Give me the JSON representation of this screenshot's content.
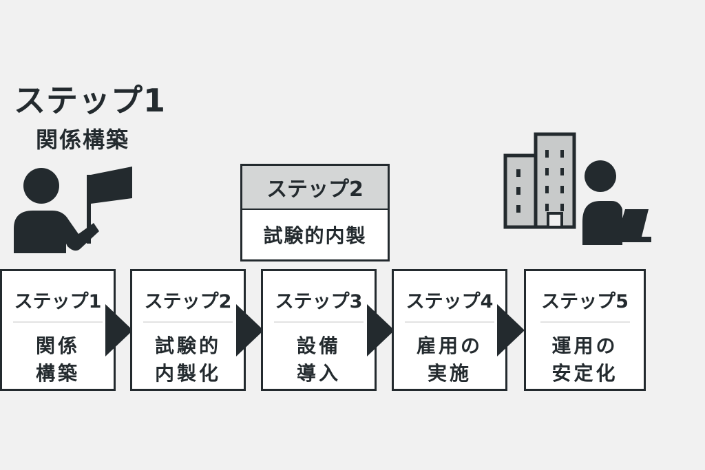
{
  "header": {
    "title": "ステップ1",
    "subtitle": "関係構築"
  },
  "callout": {
    "title": "ステップ2",
    "body": "試験的内製"
  },
  "steps": [
    {
      "label": "ステップ1",
      "name": "関係\n構築"
    },
    {
      "label": "ステップ2",
      "name": "試験的\n内製化"
    },
    {
      "label": "ステップ3",
      "name": "設備\n導入"
    },
    {
      "label": "ステップ4",
      "name": "雇用の\n実施"
    },
    {
      "label": "ステップ5",
      "name": "運用の\n安定化"
    }
  ],
  "icons": {
    "left": "person-with-flag-icon",
    "right": "office-building-icon",
    "right_person": "person-at-laptop-icon"
  },
  "colors": {
    "ink": "#232a2e",
    "background": "#f1f1f1",
    "callout_header": "#d4d6d6",
    "building_fill": "#c8caca"
  }
}
